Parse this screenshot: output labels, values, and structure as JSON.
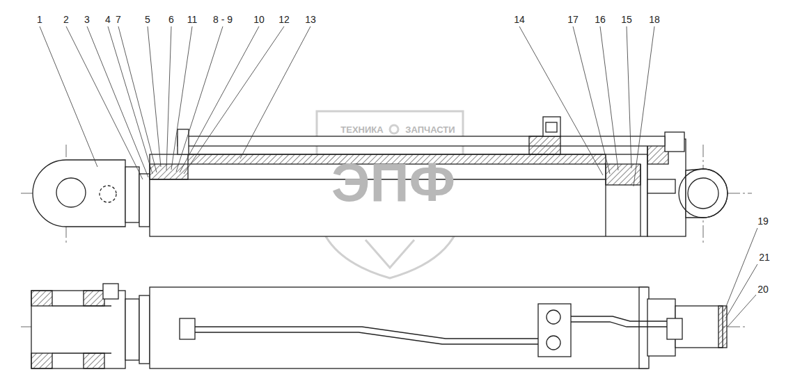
{
  "diagram": {
    "labels": [
      "1",
      "2",
      "3",
      "4",
      "7",
      "5",
      "6",
      "11",
      "8 - 9",
      "10",
      "12",
      "13",
      "14",
      "17",
      "16",
      "15",
      "18",
      "19",
      "21",
      "20",
      "ТЕХНИКА",
      "ЗАПЧАСТИ",
      "ЭПФ"
    ]
  }
}
